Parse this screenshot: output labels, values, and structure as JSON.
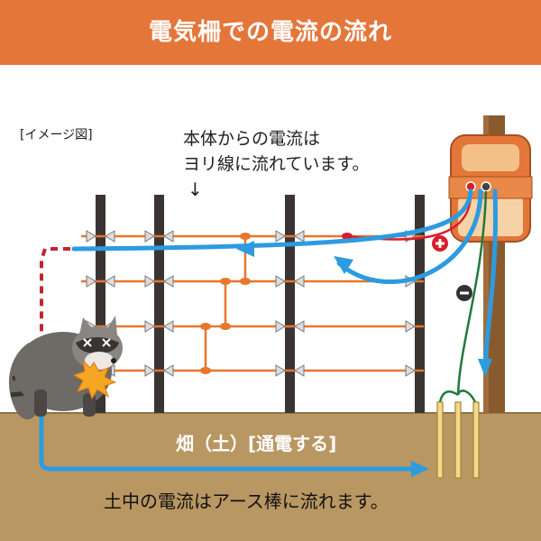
{
  "title": "電気柵での電流の流れ",
  "image_label": "[イメージ図]",
  "callout": {
    "line1": "本体からの電流は",
    "line2": "ヨリ線に流れています。",
    "arrow": "↓"
  },
  "field_label": "畑（土）[通電する]",
  "bottom_text": "土中の電流はアース棒に流れます。",
  "colors": {
    "banner": "#e4763a",
    "wire": "#e8762c",
    "current": "#2c9be0",
    "positive": "#d81e2a",
    "ground_wire": "#1f7a3a",
    "soil": "#b99763",
    "post": "#3a3532",
    "leak_path": "#c1272d"
  },
  "icons": {
    "positive_terminal": "plus-badge",
    "negative_terminal": "minus-badge",
    "shock": "spark-burst",
    "animal": "raccoon"
  }
}
